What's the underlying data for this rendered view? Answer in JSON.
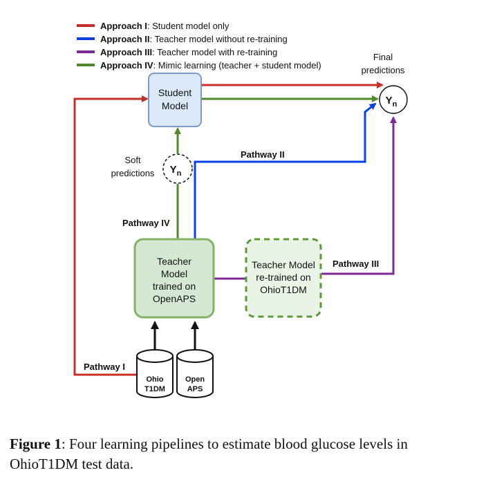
{
  "legend": [
    {
      "bold": "Approach I",
      "rest": ": Student model only",
      "color": "#c62f27"
    },
    {
      "bold": "Approach II",
      "rest": ": Teacher model without re-training",
      "color": "#0b3fe6"
    },
    {
      "bold": "Approach III",
      "rest": ": Teacher model with re-training",
      "color": "#7d2a96"
    },
    {
      "bold": "Approach IV",
      "rest": ": Mimic learning (teacher + student model)",
      "color": "#4d8a2a"
    }
  ],
  "nodes": {
    "student": {
      "line1": "Student",
      "line2": "Model"
    },
    "teacher": {
      "line1": "Teacher",
      "line2": "Model",
      "line3": "trained on",
      "line4": "OpenAPS"
    },
    "retrained": {
      "line1": "Teacher Model",
      "line2": "re-trained on",
      "line3": "OhioT1DM"
    },
    "ohio": {
      "line1": "Ohio",
      "line2": "T1DM"
    },
    "openaps": {
      "line1": "Open",
      "line2": "APS"
    },
    "final_y": {
      "main": "Y",
      "sub": "n"
    },
    "soft_y": {
      "main": "Y",
      "sub": "n"
    }
  },
  "labels": {
    "final": {
      "line1": "Final",
      "line2": "predictions"
    },
    "soft": {
      "line1": "Soft",
      "line2": "predictions"
    },
    "pathway_1": "Pathway I",
    "pathway_2": "Pathway II",
    "pathway_3": "Pathway III",
    "pathway_4": "Pathway IV"
  },
  "colors": {
    "red": "#c62f27",
    "blue": "#0b3fe6",
    "purple": "#7d2a96",
    "green": "#4d8a2a",
    "student_fill": "#dbe8f8",
    "student_stroke": "#7a9bc4",
    "teacher_fill": "#d5e8d4",
    "teacher_stroke": "#82b366"
  },
  "caption": {
    "label": "Figure 1",
    "text": ": Four learning pipelines to estimate blood glucose levels in OhioT1DM test data."
  }
}
